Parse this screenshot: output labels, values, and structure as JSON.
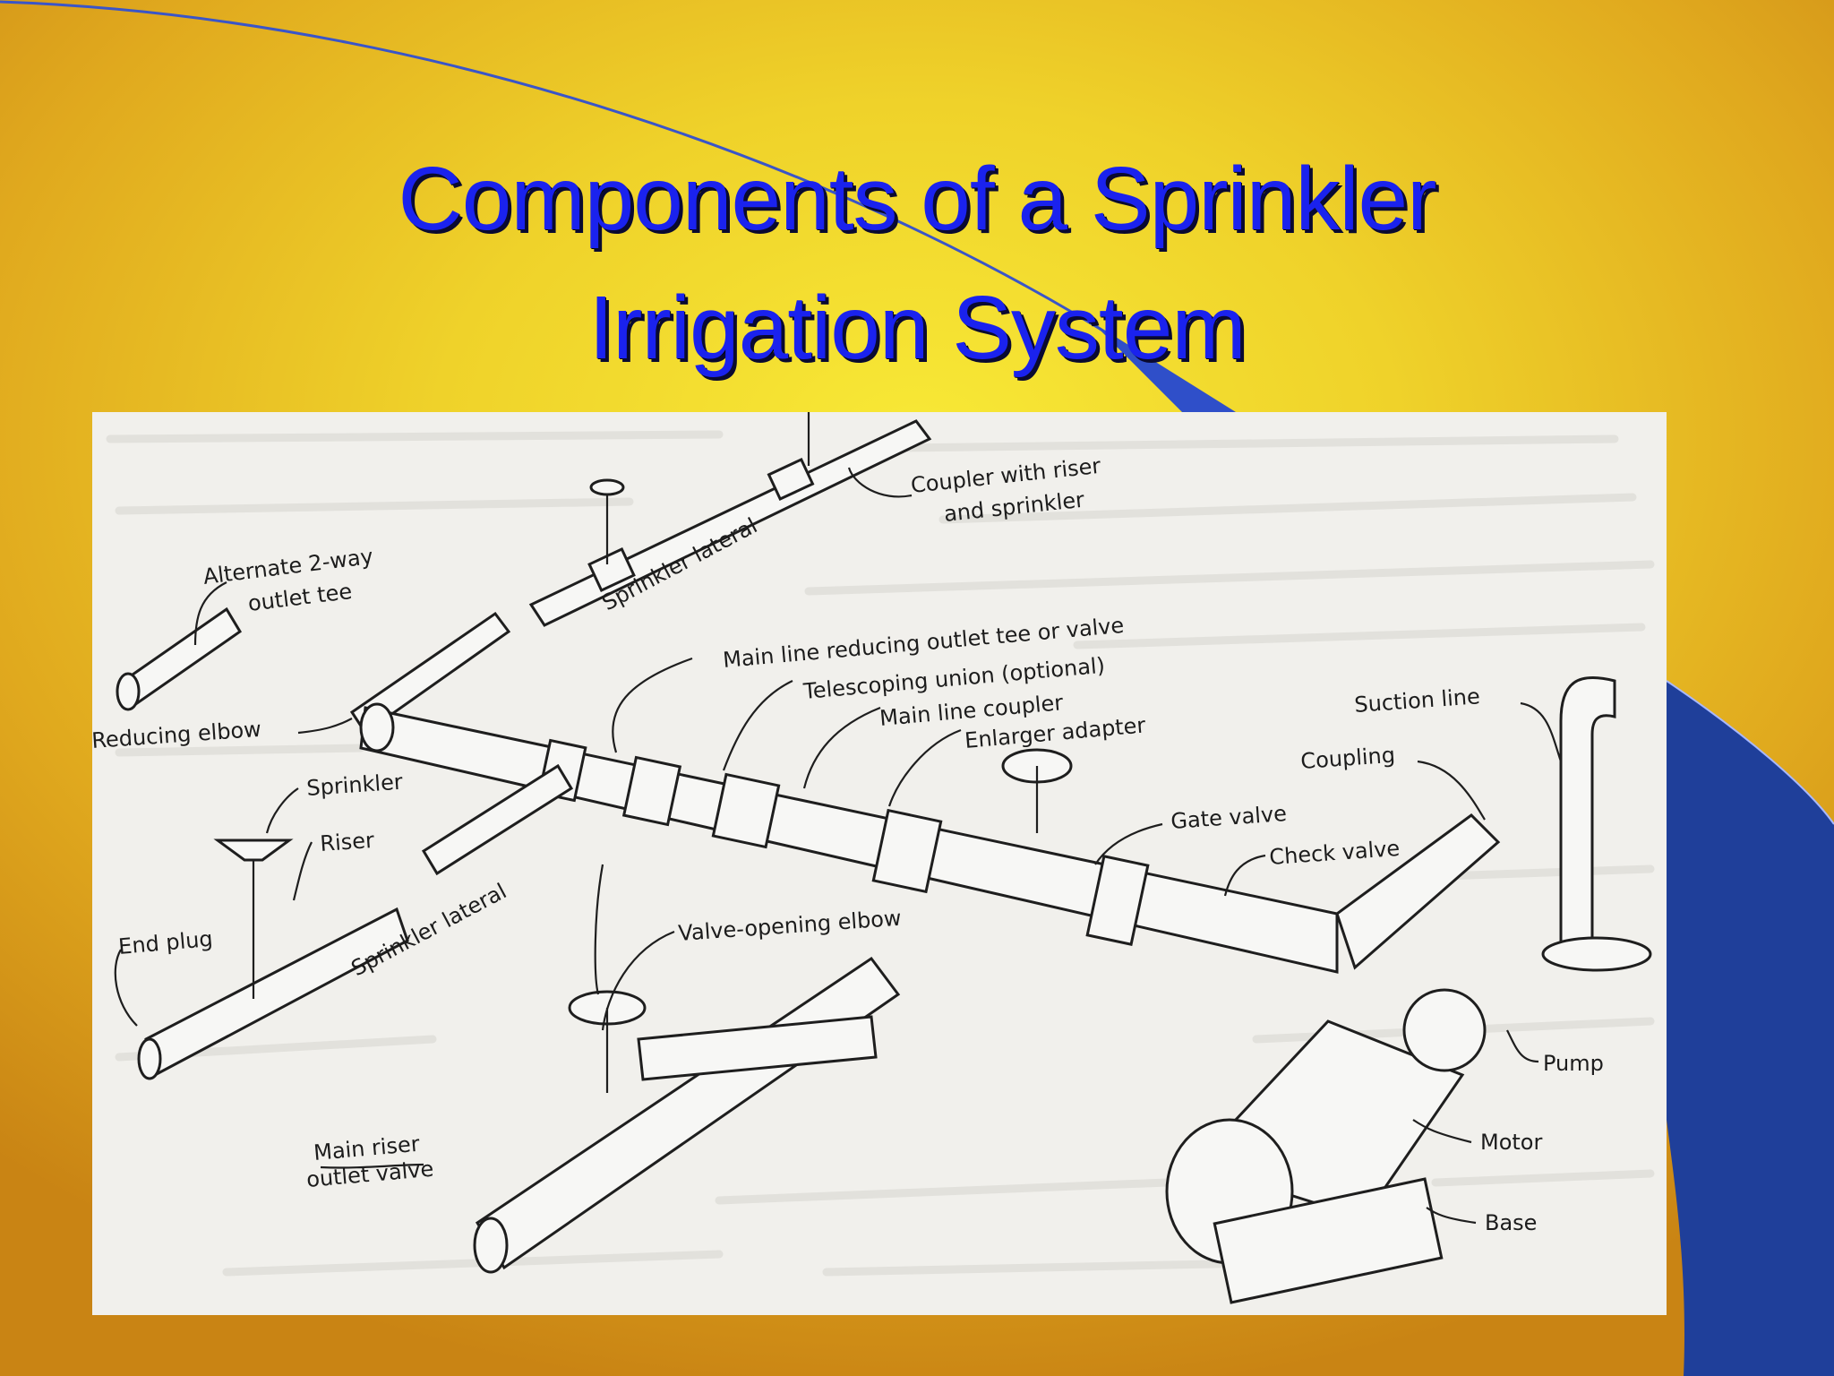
{
  "slide": {
    "title_line1": "Components of a Sprinkler",
    "title_line2": "Irrigation System",
    "colors": {
      "background": "#efd22a",
      "title": "#1a22ee",
      "accent_blue": "#1f3f9a"
    }
  },
  "diagram": {
    "labels": {
      "coupler_with_riser_1": "Coupler with riser",
      "coupler_with_riser_2": "and sprinkler",
      "alternate_outlet_tee_1": "Alternate 2-way",
      "alternate_outlet_tee_2": "outlet tee",
      "sprinkler_lateral_top": "Sprinkler lateral",
      "main_line_reducing_tee": "Main line reducing outlet tee or valve",
      "telescoping_union": "Telescoping union (optional)",
      "main_line_coupler": "Main line coupler",
      "enlarger_adapter": "Enlarger adapter",
      "suction_line": "Suction line",
      "coupling": "Coupling",
      "reducing_elbow": "Reducing elbow",
      "sprinkler": "Sprinkler",
      "riser": "Riser",
      "gate_valve": "Gate valve",
      "check_valve": "Check valve",
      "sprinkler_lateral_bottom": "Sprinkler lateral",
      "end_plug": "End plug",
      "valve_opening_elbow": "Valve-opening elbow",
      "pump": "Pump",
      "motor": "Motor",
      "main_riser_outlet_valve_1": "Main riser",
      "main_riser_outlet_valve_2": "outlet valve",
      "base": "Base"
    }
  }
}
